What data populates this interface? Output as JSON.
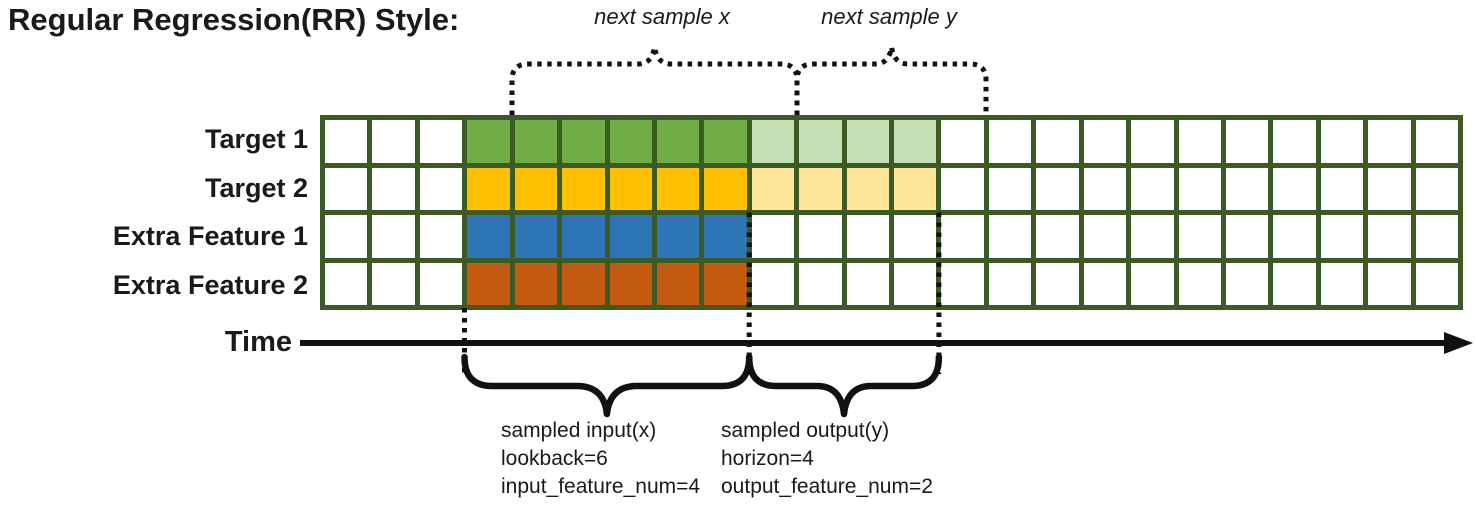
{
  "title": "Regular Regression(RR) Style:",
  "annotations": {
    "next_sample_x": "next sample x",
    "next_sample_y": "next sample y",
    "time_label": "Time"
  },
  "input_annotation": {
    "lines": [
      "sampled input(x)",
      "lookback=6",
      "input_feature_num=4"
    ]
  },
  "output_annotation": {
    "lines": [
      "sampled output(y)",
      "horizon=4",
      "output_feature_num=2"
    ]
  },
  "grid": {
    "total_steps": 24,
    "input_start_step": 3,
    "lookback": 6,
    "horizon": 4,
    "border_color": "#3c5b24",
    "empty_cell_color": "#ffffff",
    "rows": [
      {
        "label": "Target 1",
        "input_color": "#70ad47",
        "output_color": "#c5e0b4"
      },
      {
        "label": "Target 2",
        "input_color": "#ffc000",
        "output_color": "#ffe699"
      },
      {
        "label": "Extra Feature 1",
        "input_color": "#2e75b6",
        "output_color": null
      },
      {
        "label": "Extra Feature 2",
        "input_color": "#c55a11",
        "output_color": null
      }
    ]
  }
}
